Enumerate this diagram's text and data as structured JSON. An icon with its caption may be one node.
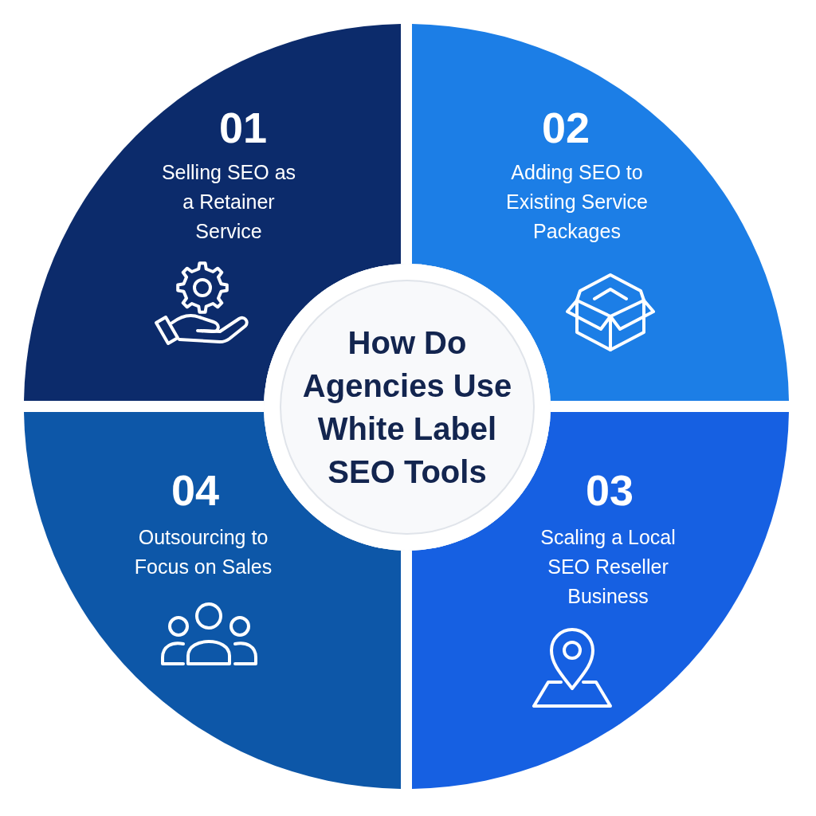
{
  "diagram": {
    "nodes": [
      {
        "text": [
          "01",
          "Selling SEO as a Retainer Service"
        ]
      },
      {
        "text": [
          "02",
          "Adding SEO to Existing Service Packages"
        ]
      },
      {
        "text": [
          "How Do Agencies Use White Label SEO Tools"
        ]
      },
      {
        "text": [
          "04",
          "Outsourcing to Focus on Sales"
        ]
      },
      {
        "text": [
          "03",
          "Scaling a Local SEO Reseller Business"
        ]
      }
    ]
  }
}
